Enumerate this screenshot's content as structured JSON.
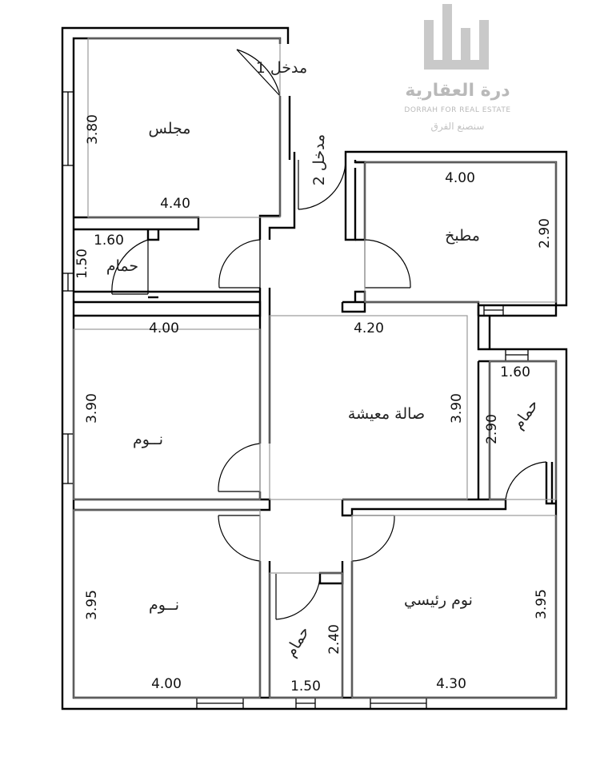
{
  "watermark": {
    "name_ar": "درة العقارية",
    "name_en": "DORRAH FOR REAL ESTATE",
    "tagline_ar": "سنصنع الفرق"
  },
  "rooms": {
    "majlis": {
      "label": "مجلس",
      "width": "4.40",
      "height": "3.80"
    },
    "entrance1": {
      "label": "مدخل 1"
    },
    "entrance2": {
      "label": "مدخل 2"
    },
    "kitchen": {
      "label": "مطبخ",
      "width": "4.00",
      "height": "2.90"
    },
    "bath_top": {
      "label": "حمام",
      "width": "1.60",
      "height": "1.50"
    },
    "living": {
      "label": "صالة معيشة",
      "width": "4.20",
      "height": "3.90"
    },
    "bedroom1": {
      "label": "نــوم",
      "width": "4.00",
      "height": "3.90"
    },
    "bath_right": {
      "label": "حمام",
      "width": "1.60",
      "height": "2.90"
    },
    "bedroom2": {
      "label": "نــوم",
      "width": "4.00",
      "height": "3.95"
    },
    "bath_bottom": {
      "label": "حمام",
      "width": "1.50",
      "height": "2.40"
    },
    "master": {
      "label": "نوم رئيسي",
      "width": "4.30",
      "height": "3.95"
    }
  }
}
